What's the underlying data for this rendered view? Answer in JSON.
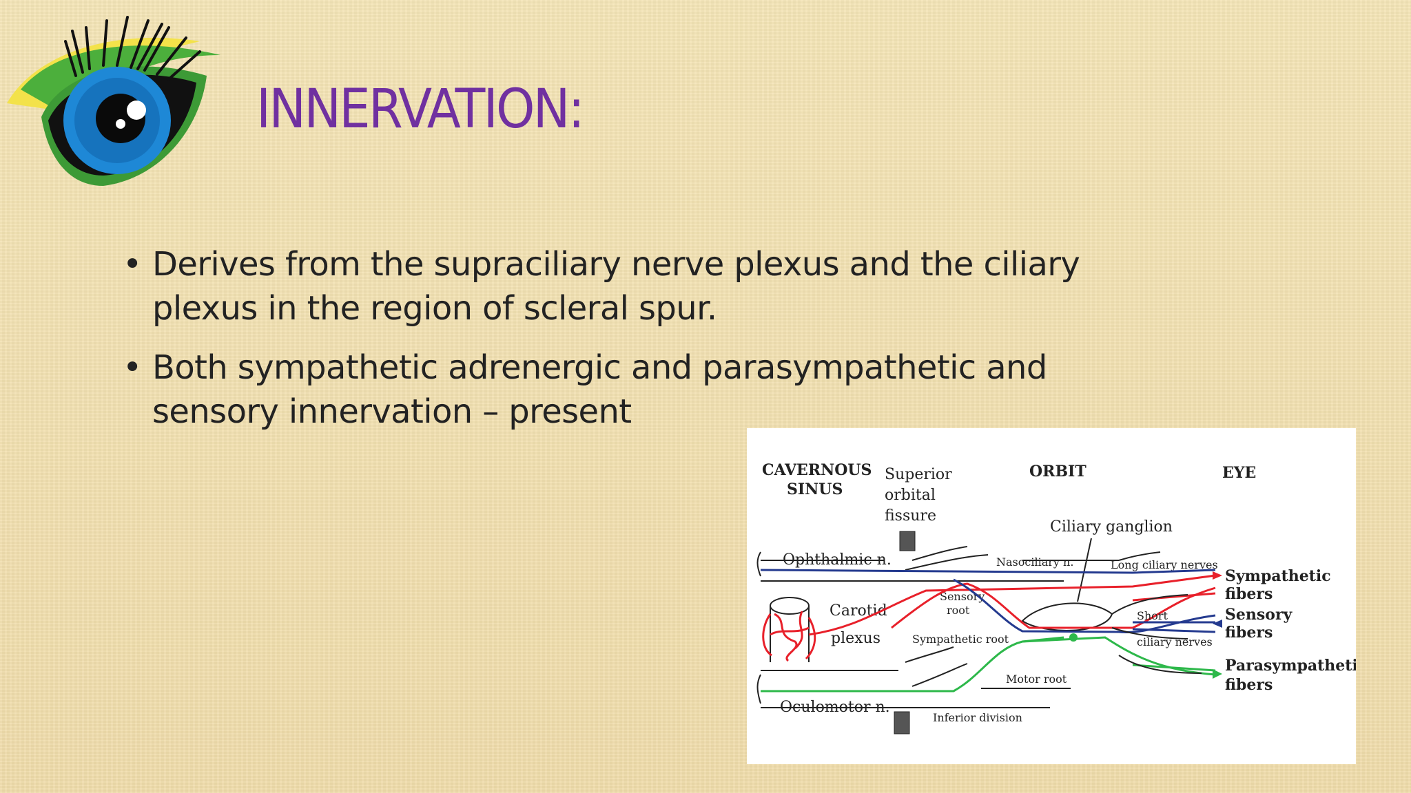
{
  "title": "INNERVATION:",
  "bullets": [
    {
      "line1": "Derives from the supraciliary nerve plexus and the ciliary",
      "line2": "plexus in the region of scleral spur."
    },
    {
      "line1": "Both sympathetic adrenergic and parasympathetic and",
      "line2": "sensory innervation – present"
    }
  ],
  "logo": {
    "icon": "eye-logo-icon",
    "colors": {
      "iris": "#1e88d6",
      "leaf_yellow": "#f3e24a",
      "leaf_green": "#4caf3c"
    }
  },
  "diagram": {
    "regions": {
      "cavernous_line1": "CAVERNOUS",
      "cavernous_line2": "SINUS",
      "sof_line1": "Superior",
      "sof_line2": "orbital",
      "sof_line3": "fissure",
      "orbit": "ORBIT",
      "eye": "EYE"
    },
    "labels": {
      "ciliary_ganglion": "Ciliary ganglion",
      "ophthalmic": "Ophthalmic n.",
      "nasociliary": "Nasociliary n.",
      "long_ciliary": "Long ciliary nerves",
      "carotid": "Carotid",
      "plexus": "plexus",
      "sensory_root_1": "Sensory",
      "sensory_root_2": "root",
      "sympathetic_root": "Sympathetic root",
      "short": "Short",
      "ciliary_nerves": "ciliary nerves",
      "motor_root": "Motor root",
      "oculomotor": "Oculomotor n.",
      "inferior_division": "Inferior division"
    },
    "legend": {
      "sympathetic_1": "Sympathetic",
      "sympathetic_2": "fibers",
      "sensory_1": "Sensory",
      "sensory_2": "fibers",
      "parasympathetic_1": "Parasympathetic",
      "parasympathetic_2": "fibers"
    },
    "colors": {
      "sympathetic": "#e8202a",
      "sensory": "#243a8f",
      "parasympathetic": "#2db84a",
      "outline": "#222222"
    }
  }
}
